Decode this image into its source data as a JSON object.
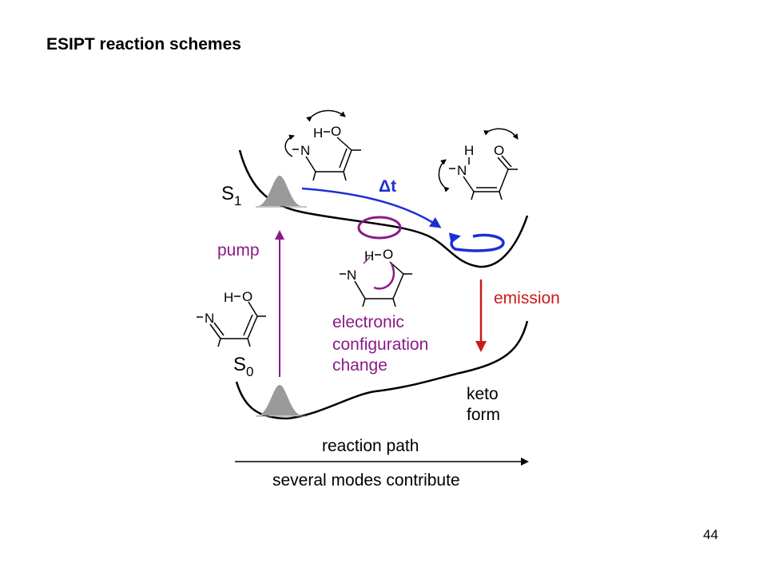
{
  "slide": {
    "title": "ESIPT reaction schemes",
    "page_number": "44"
  },
  "diagram": {
    "states": {
      "s1": {
        "letter": "S",
        "subscript": "1"
      },
      "s0": {
        "letter": "S",
        "subscript": "0"
      }
    },
    "labels": {
      "pump": "pump",
      "delta_t": "Δt",
      "emission": "emission",
      "config_line1": "electronic",
      "config_line2": "configuration",
      "config_line3": "change",
      "keto_line1": "keto",
      "keto_line2": "form",
      "reaction_path": "reaction path",
      "modes": "several modes contribute"
    },
    "atoms": {
      "hydrogen": "H",
      "oxygen": "O",
      "nitrogen": "N"
    },
    "colors": {
      "pump": "#8b1a89",
      "delta_t": "#1a2fd6",
      "emission": "#cc1a1a",
      "curve": "#000000",
      "wavepacket": "#9a9a9a"
    }
  }
}
